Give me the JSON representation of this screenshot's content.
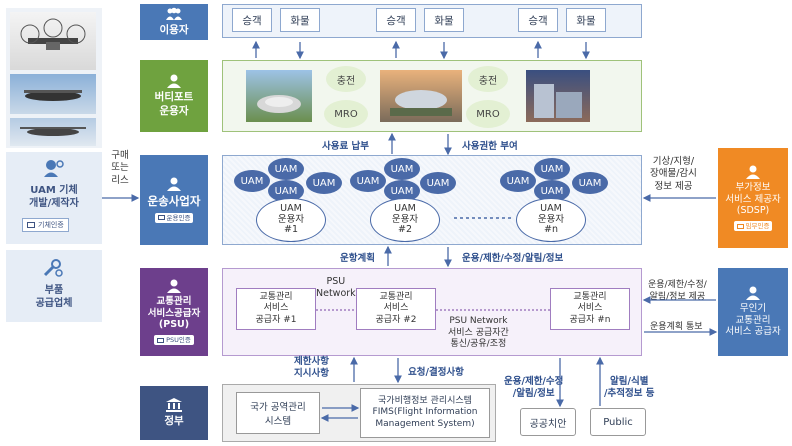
{
  "tiers": {
    "users": "이용자",
    "vertiport": "버티포트\n운용자",
    "operator": "운송사업자",
    "operator_cert": "운용인증",
    "psu": "교통관리\n서비스공급자\n(PSU)",
    "psu_cert": "PSU인증",
    "gov": "정부"
  },
  "users_row": [
    "승객",
    "화물",
    "승객",
    "화물",
    "승객",
    "화물"
  ],
  "vertiport_circles": [
    "충전",
    "MRO",
    "충전",
    "MRO"
  ],
  "left": {
    "maker_label": "UAM 기체\n개발/제작자",
    "maker_cert": "기체인증",
    "parts_label": "부품\n공급업체",
    "purchase_label": "구매\n또는\n리스"
  },
  "middle_labels": {
    "fee": "사용료 납부",
    "grant": "사용권한 부여",
    "ops_plan": "운항계획",
    "info_flow": "운용/제한/수정/알림/정보",
    "restrict": "제한사항\n지시사항",
    "request": "요청/결정사항"
  },
  "operators": [
    {
      "uams": [
        "UAM",
        "UAM",
        "UAM",
        "UAM"
      ],
      "label": "UAM\n운용자\n#1"
    },
    {
      "uams": [
        "UAM",
        "UAM",
        "UAM",
        "UAM"
      ],
      "label": "UAM\n운용자\n#2"
    },
    {
      "uams": [
        "UAM",
        "UAM",
        "UAM",
        "UAM"
      ],
      "label": "UAM\n운용자\n#n"
    }
  ],
  "psu": {
    "network_label": "PSU\nNetwork",
    "boxes": [
      "교통관리\n서비스\n공급자 #1",
      "교통관리\n서비스\n공급자 #2",
      "교통관리\n서비스\n공급자 #n"
    ],
    "network_desc": "PSU Network\n서비스 공급자간\n통신/공유/조정"
  },
  "right": {
    "weather_label": "기상/지형/\n장애물/감시\n정보 제공",
    "sdsp_label": "부가정보\n서비스 제공자\n(SDSP)",
    "sdsp_cert": "임무인증",
    "unmanned_info": "운용/제한/수정/\n알림/정보 제공",
    "plan_notice": "운용계획 통보",
    "unmanned_label": "무인기\n교통관리\n서비스 공급자"
  },
  "gov": {
    "airspace": "국가 공역관리\n시스템",
    "fims": "국가비행정보 관리시스템\nFIMS(Flight Information\nManagement System)"
  },
  "bottom_right": {
    "label1": "운용/제한/수정\n/알림/정보",
    "label2": "알림/식별\n/추적정보 등",
    "security": "공공치안",
    "public": "Public"
  },
  "colors": {
    "green": "#6fa23f",
    "blue": "#4a78b6",
    "purple": "#6d3f8c",
    "navy": "#3e5482",
    "orange": "#f08a24",
    "uam_oval": "#4a6aa8"
  }
}
